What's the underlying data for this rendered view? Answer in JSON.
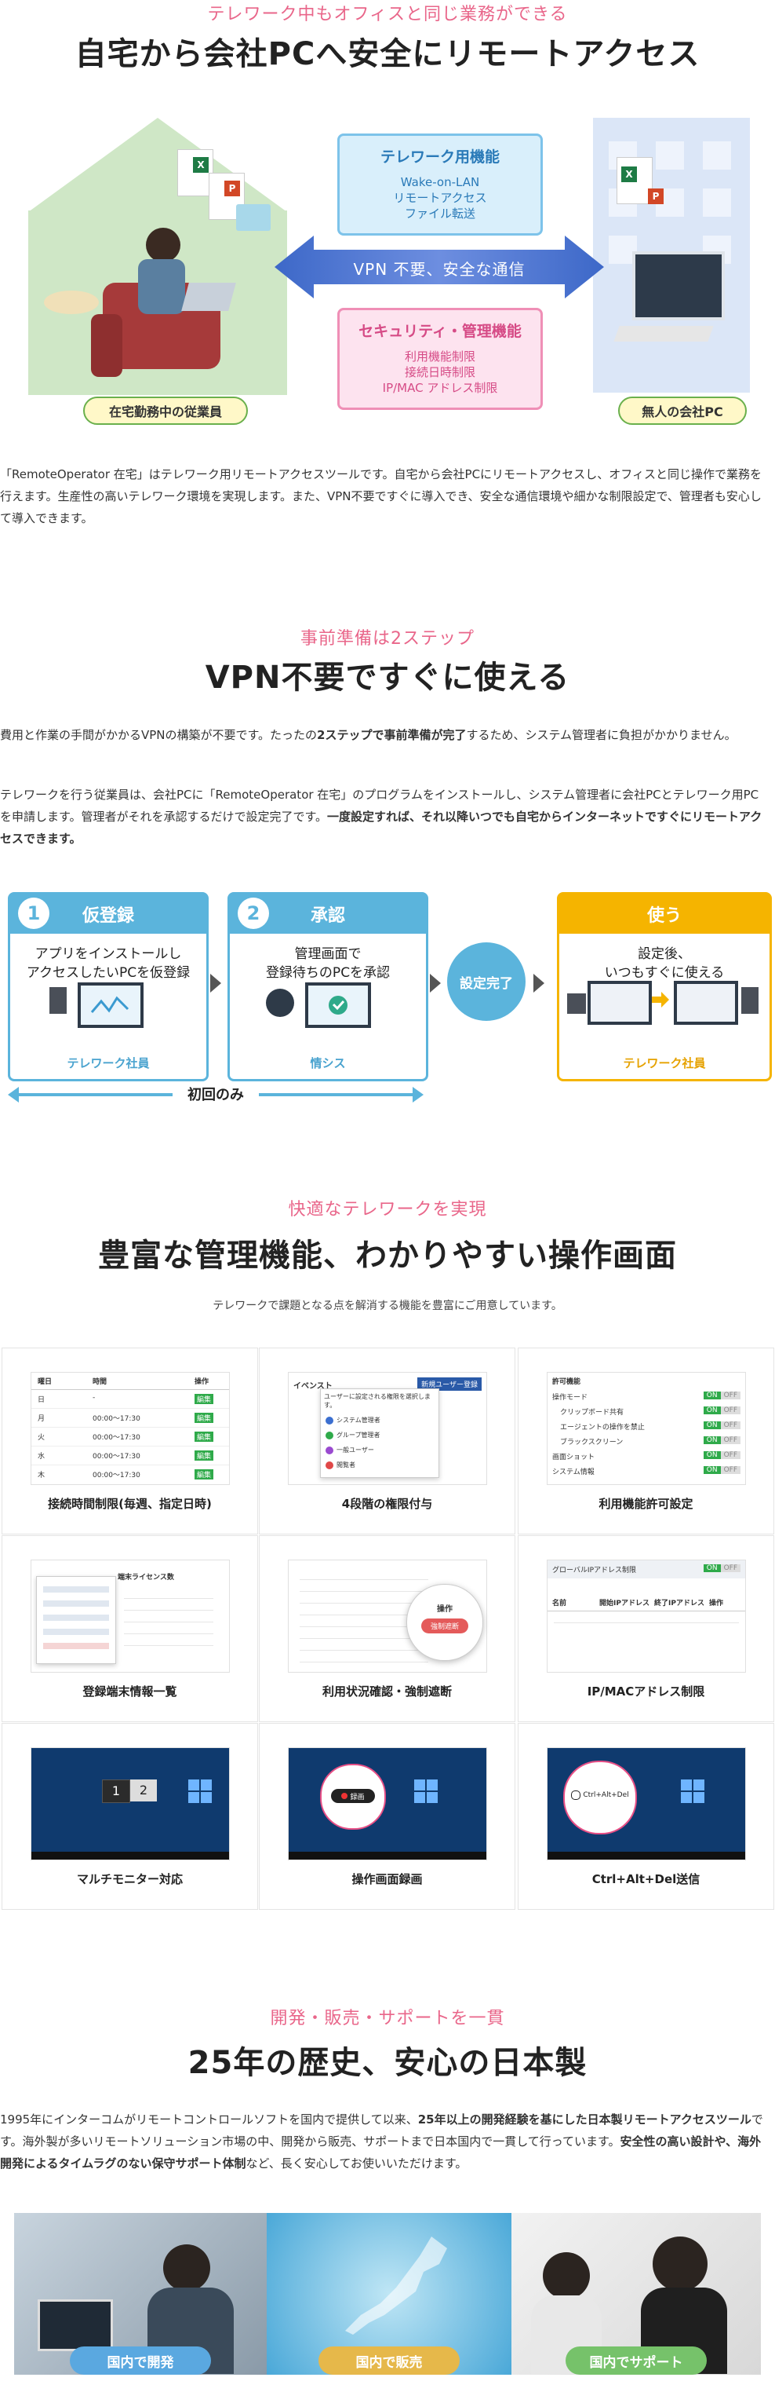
{
  "section1": {
    "kicker": "テレワーク中もオフィスと同じ業務ができる",
    "heading": "自宅から会社PCへ安全にリモートアクセス",
    "home_label": "在宅勤務中の従業員",
    "office_label": "無人の会社PC",
    "telework_box": {
      "title": "テレワーク用機能",
      "items": [
        "Wake-on-LAN",
        "リモートアクセス",
        "ファイル転送"
      ]
    },
    "vpn_text": "VPN 不要、安全な通信",
    "security_box": {
      "title": "セキュリティ・管理機能",
      "items": [
        "利用機能制限",
        "接続日時制限",
        "IP/MAC アドレス制限"
      ]
    },
    "paragraph": "「RemoteOperator 在宅」はテレワーク用リモートアクセスツールです。自宅から会社PCにリモートアクセスし、オフィスと同じ操作で業務を行えます。生産性の高いテレワーク環境を実現します。また、VPN不要ですぐに導入でき、安全な通信環境や細かな制限設定で、管理者も安心して導入できます。"
  },
  "section2": {
    "kicker": "事前準備は2ステップ",
    "heading": "VPN不要ですぐに使える",
    "para1_a": "費用と作業の手間がかかるVPNの構築が不要です。たったの",
    "para1_b": "2ステップで事前準備が完了",
    "para1_c": "するため、システム管理者に負担がかかりません。",
    "para2_a": "テレワークを行う従業員は、会社PCに「RemoteOperator 在宅」のプログラムをインストールし、システム管理者に会社PCとテレワーク用PCを申請します。管理者がそれを承認するだけで設定完了です。",
    "para2_b": "一度設定すれば、それ以降いつでも自宅からインターネットですぐにリモートアクセスできます。",
    "step1": {
      "num": "1",
      "title": "仮登録",
      "text1": "アプリをインストールし",
      "text2": "アクセスしたいPCを仮登録",
      "foot": "テレワーク社員"
    },
    "step2": {
      "num": "2",
      "title": "承認",
      "text1": "管理画面で",
      "text2": "登録待ちのPCを承認",
      "foot": "情シス"
    },
    "done": "設定完了",
    "step3": {
      "title": "使う",
      "text1": "設定後、",
      "text2": "いつもすぐに使える",
      "foot": "テレワーク社員"
    },
    "first_only": "初回のみ"
  },
  "section3": {
    "kicker": "快適なテレワークを実現",
    "heading": "豊富な管理機能、わかりやすい操作画面",
    "sub": "テレワークで課題となる点を解消する機能を豊富にご用意しています。",
    "cells": [
      {
        "caption": "接続時間制限(毎週、指定日時)"
      },
      {
        "caption": "4段階の権限付与"
      },
      {
        "caption": "利用機能許可設定"
      },
      {
        "caption": "登録端末情報一覧"
      },
      {
        "caption": "利用状況確認・強制遮断"
      },
      {
        "caption": "IP/MACアドレス制限"
      },
      {
        "caption": "マルチモニター対応"
      },
      {
        "caption": "操作画面録画"
      },
      {
        "caption": "Ctrl+Alt+Del送信"
      }
    ],
    "shot_texts": {
      "c1_headers": [
        "曜日",
        "時間",
        "操作"
      ],
      "c1_days": [
        "日",
        "月",
        "火",
        "水",
        "木"
      ],
      "c1_times": [
        "-",
        "00:00〜17:30",
        "00:00〜17:30",
        "00:00〜17:30",
        "00:00〜17:30"
      ],
      "c1_btn": "編集",
      "c2_title": "イベンスト",
      "c2_prompt": "ユーザーに設定される権限を選択します。",
      "c2_roles": [
        "システム管理者",
        "グループ管理者",
        "一般ユーザー",
        "閲覧者"
      ],
      "c2_btn": "新規ユーザー登録",
      "c3_title": "許可機能",
      "c3_rows": [
        "操作モード",
        "クリップボード共有",
        "エージェントの操作を禁止",
        "ブラックスクリーン",
        "画面ショット",
        "システム情報"
      ],
      "c3_on": "ON",
      "c3_off": "OFF",
      "c4_title": "端末ライセンス数",
      "c5_badge": "操作",
      "c5_btn": "強制遮断",
      "c6_title": "グローバルIPアドレス制限",
      "c6_cols": [
        "名前",
        "開始IPアドレス",
        "終了IPアドレス",
        "操作"
      ],
      "c7_screens": [
        "1",
        "2"
      ],
      "c8_rec": "録画",
      "c9_cad": "Ctrl+Alt+Del"
    }
  },
  "section4": {
    "kicker": "開発・販売・サポートを一貫",
    "heading": "25年の歴史、安心の日本製",
    "para_a": "1995年にインターコムがリモートコントロールソフトを国内で提供して以来、",
    "para_b": "25年以上の開発経験を基にした日本製リモートアクセスツール",
    "para_c": "です。海外製が多いリモートソリューション市場の中、開発から販売、サポートまで日本国内で一貫して行っています。",
    "para_d": "安全性の高い設計や、海外開発によるタイムラグのない保守サポート体制",
    "para_e": "など、長く安心してお使いいただけます。",
    "photos": [
      {
        "caption": "国内で開発",
        "color": "#5aa8e0"
      },
      {
        "caption": "国内で販売",
        "color": "#e6b84a"
      },
      {
        "caption": "国内でサポート",
        "color": "#76c26a"
      }
    ]
  },
  "colors": {
    "accent_pink": "#e9668a",
    "step_blue": "#5bb4dc",
    "step_gold": "#f5b400",
    "on_green": "#2faa4a"
  }
}
